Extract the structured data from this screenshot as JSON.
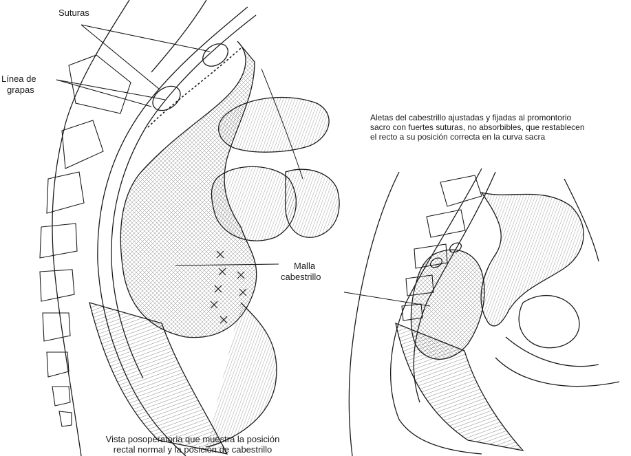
{
  "labels": {
    "sutures": "Suturas",
    "staple_line_1": "Línea de",
    "staple_line_2": "grapas",
    "sling_1": "Malla",
    "sling_2": "cabestrillo",
    "flaps_1": "Aletas del cabestrillo ajustadas y fijadas al promontorio",
    "flaps_2": "sacro con fuertes suturas, no absorbibles, que restablecen",
    "flaps_3": "el recto a su posición correcta en la curva sacra",
    "caption_1": "Vista posoperatoria que muestra la posición",
    "caption_2": "rectal normal y la posición de cabestrillo"
  },
  "colors": {
    "ink": "#1a1a1a",
    "paper": "#ffffff"
  }
}
